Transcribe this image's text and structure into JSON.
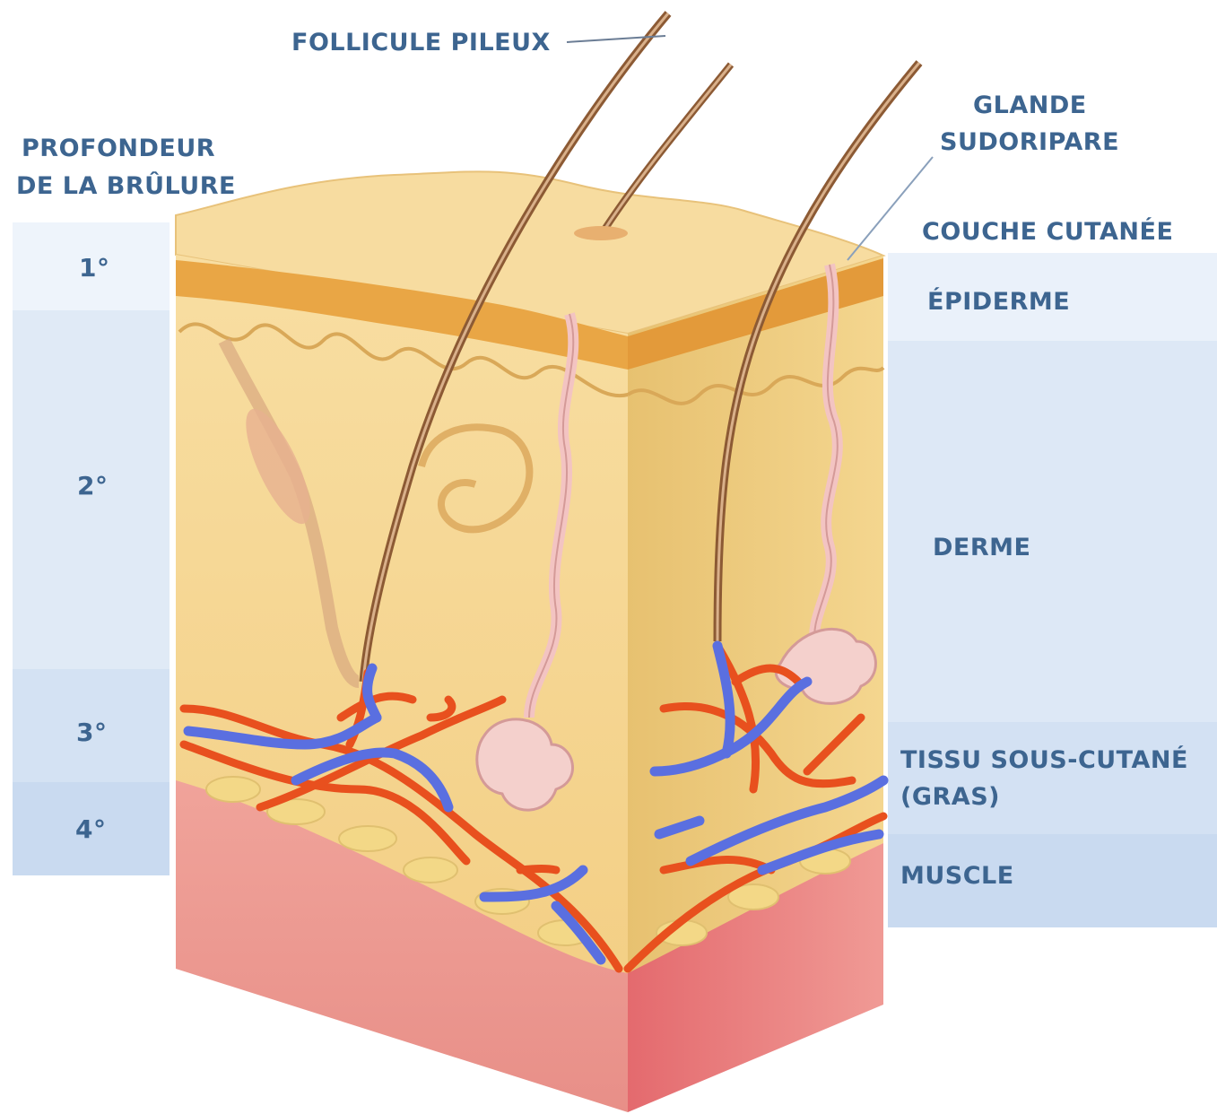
{
  "header": {
    "hair_follicle": "FOLLICULE PILEUX",
    "burn_depth_line1": "PROFONDEUR",
    "burn_depth_line2": "DE LA BRÛLURE",
    "sweat_gland_line1": "GLANDE",
    "sweat_gland_line2": "SUDORIPARE"
  },
  "burn_degrees": [
    {
      "label": "1°"
    },
    {
      "label": "2°"
    },
    {
      "label": "3°"
    },
    {
      "label": "4°"
    }
  ],
  "layers": {
    "skin_layer": "COUCHE CUTANÉE",
    "epidermis": "ÉPIDERME",
    "dermis": "DERME",
    "subcutaneous_line1": "TISSU SOUS-CUTANÉ",
    "subcutaneous_line2": "(GRAS)",
    "muscle": "MUSCLE"
  },
  "colors": {
    "label_text": "#3d6590",
    "band_light": "#eaf1fa",
    "band_mid": "#dbe7f6",
    "band_deep": "#c9daf0",
    "artery": "#e8501e",
    "vein": "#5a6fe0",
    "skin": "#f6d99a",
    "epidermis_band": "#e9a13c",
    "muscle": "#e98a86"
  }
}
